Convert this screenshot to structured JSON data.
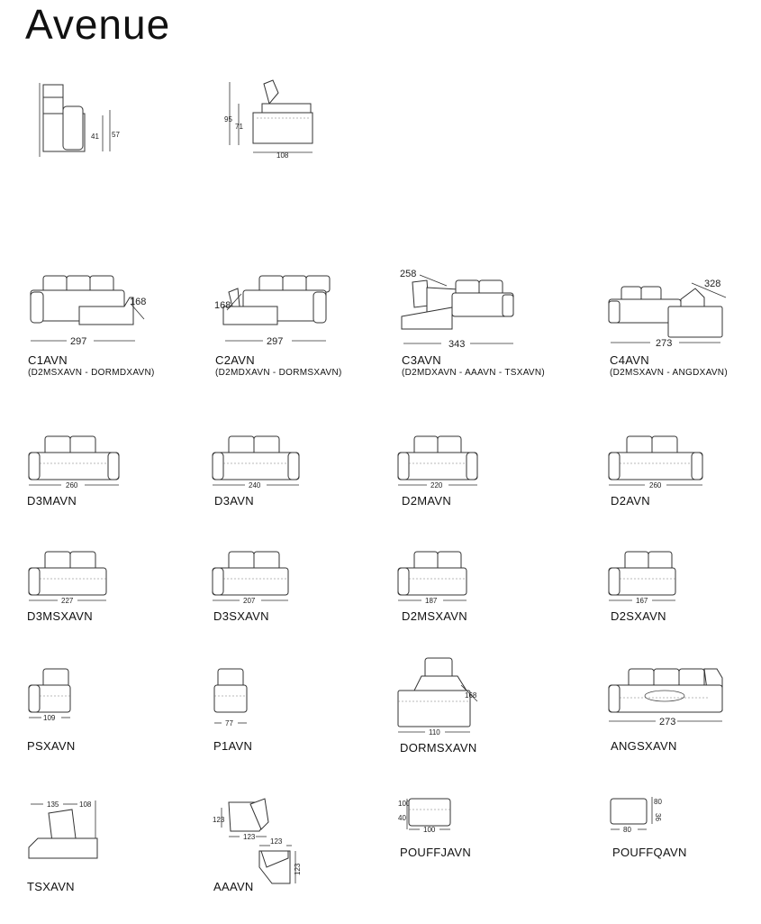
{
  "title": "Avenue",
  "side_views": {
    "profile_a": {
      "h1": "41",
      "h2": "57"
    },
    "profile_b": {
      "h1": "95",
      "h2": "71",
      "depth": "108"
    }
  },
  "items": [
    {
      "code": "C1AVN",
      "sub": "(D2MSXAVN - DORMDXAVN)",
      "width": "297",
      "depth": "168"
    },
    {
      "code": "C2AVN",
      "sub": "(D2MDXAVN - DORMSXAVN)",
      "width": "297",
      "depth": "168"
    },
    {
      "code": "C3AVN",
      "sub": "(D2MDXAVN - AAAVN - TSXAVN)",
      "width": "343",
      "depth": "258"
    },
    {
      "code": "C4AVN",
      "sub": "(D2MSXAVN - ANGDXAVN)",
      "width": "273",
      "depth": "328"
    },
    {
      "code": "D3MAVN",
      "width": "260"
    },
    {
      "code": "D3AVN",
      "width": "240"
    },
    {
      "code": "D2MAVN",
      "width": "220"
    },
    {
      "code": "D2AVN",
      "width": "260"
    },
    {
      "code": "D3MSXAVN",
      "width": "227"
    },
    {
      "code": "D3SXAVN",
      "width": "207"
    },
    {
      "code": "D2MSXAVN",
      "width": "187"
    },
    {
      "code": "D2SXAVN",
      "width": "167"
    },
    {
      "code": "PSXAVN",
      "width": "109"
    },
    {
      "code": "P1AVN",
      "width": "77"
    },
    {
      "code": "DORMSXAVN",
      "width": "110",
      "depth": "168"
    },
    {
      "code": "ANGSXAVN",
      "width": "273"
    },
    {
      "code": "TSXAVN",
      "width": "135",
      "depth": "108"
    },
    {
      "code": "AAAVN",
      "w1": "123",
      "h1": "123",
      "w2": "123",
      "h2": "123"
    },
    {
      "code": "POUFFJAVN",
      "height": "100",
      "seat": "40",
      "width": "100"
    },
    {
      "code": "POUFFQAVN",
      "depth": "80",
      "height": "36",
      "width": "80"
    }
  ]
}
